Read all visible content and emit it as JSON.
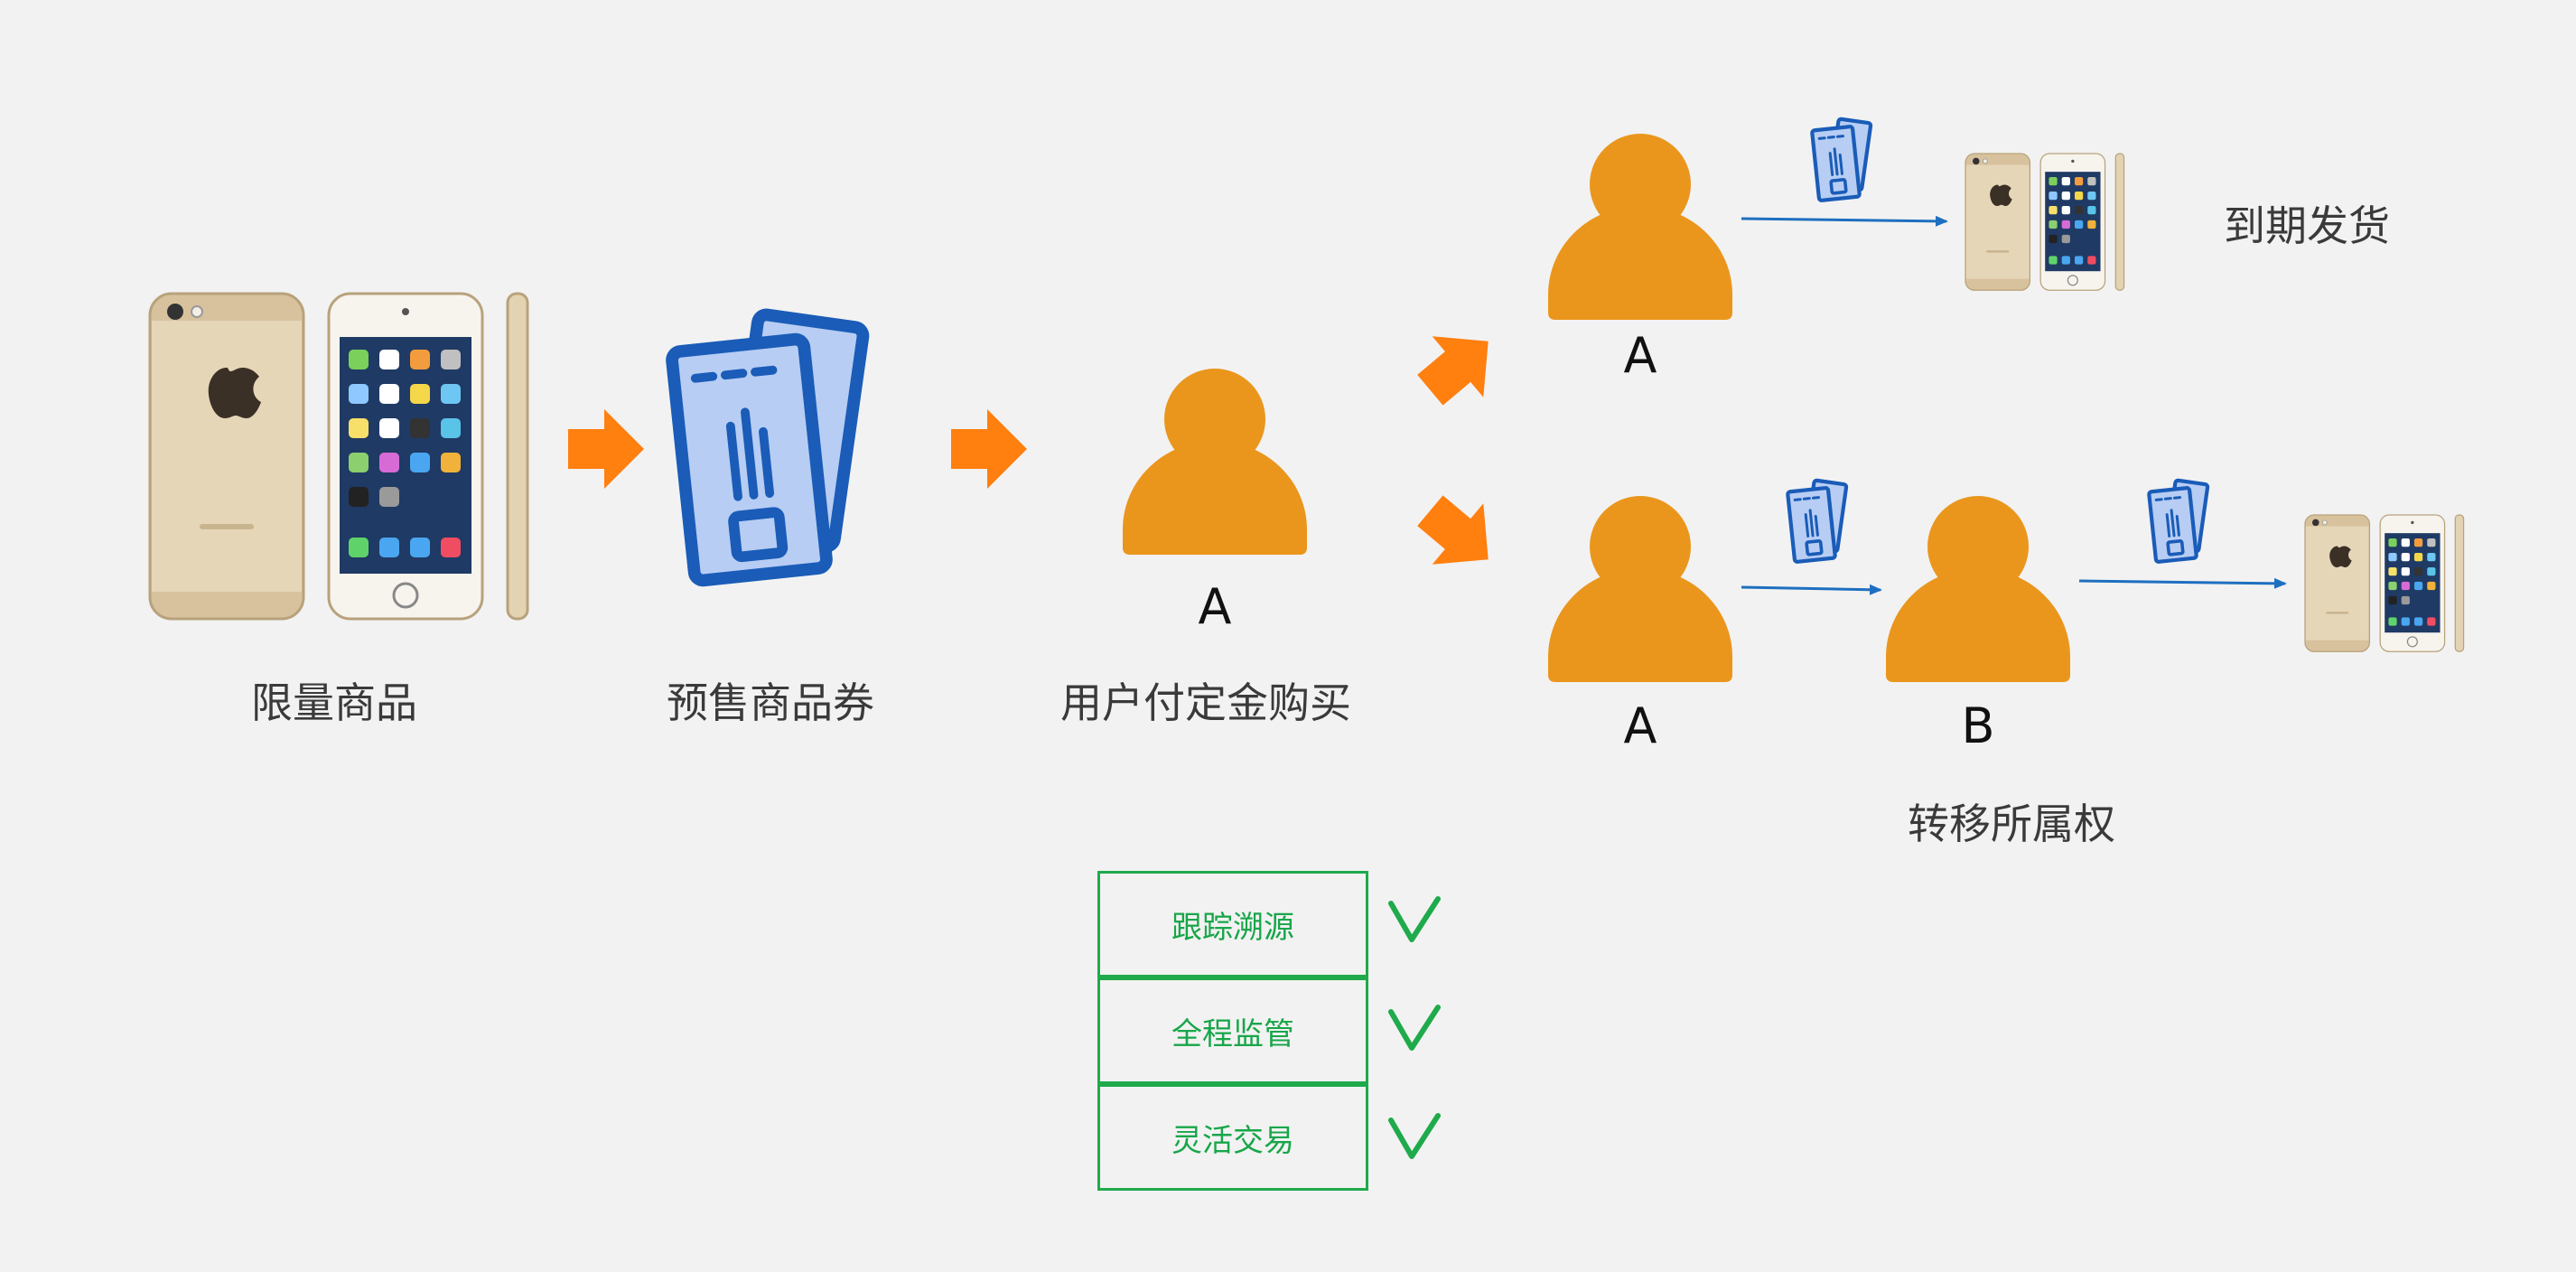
{
  "captions": {
    "limited_goods": "限量商品",
    "presale_voucher": "预售商品券",
    "user_deposit": "用户付定金购买",
    "due_delivery": "到期发货",
    "transfer_ownership": "转移所属权"
  },
  "persons": {
    "center": "A",
    "top": "A",
    "bottom_left": "A",
    "bottom_right": "B"
  },
  "features": [
    "跟踪溯源",
    "全程监管",
    "灵活交易"
  ],
  "colors": {
    "person": "#ea961d",
    "big_arrow": "#ff7f0f",
    "flow_line": "#1e6fc0",
    "voucher_fill": "#b7cdf3",
    "voucher_stroke": "#1a5cb8",
    "feature_green": "#1faa4b",
    "background": "#f2f2f2"
  }
}
